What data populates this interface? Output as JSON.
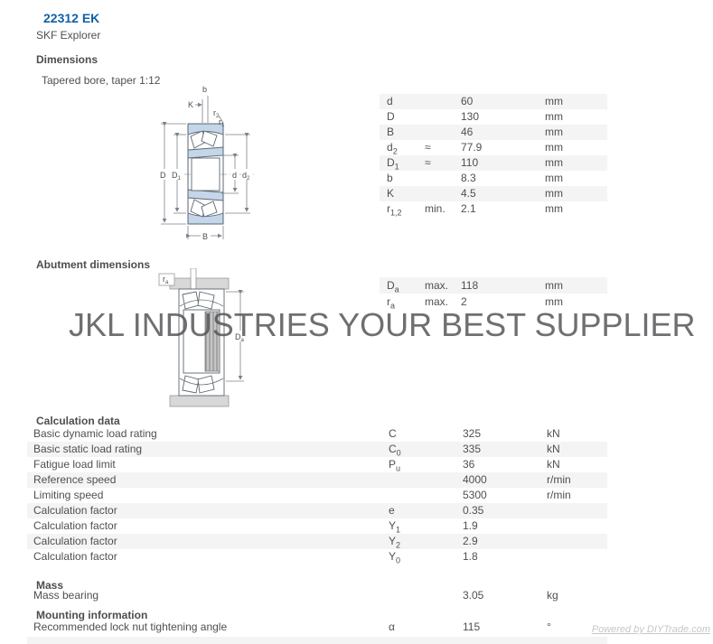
{
  "page": {
    "title": "22312 EK",
    "subtitle": "SKF Explorer",
    "watermark": "JKL INDUSTRIES YOUR BEST SUPPLIER",
    "footer_credit": "Powered by DIYTrade.com"
  },
  "colors": {
    "title_blue": "#1060a8",
    "row_stripe": "#f4f4f4",
    "body_text": "#4f4f52",
    "drawing_blue": "#c3d6ea",
    "housing_gray": "#d8d8d8",
    "watermark_gray": "#56565a",
    "footer_gray": "#c6c7c9"
  },
  "dimensions": {
    "heading": "Dimensions",
    "note": "Tapered bore, taper 1:12",
    "drawing_labels": {
      "b": "b",
      "K": "K",
      "r2_base": "r",
      "r2_sub": "2",
      "r1_base": "r",
      "r1_sub": "1",
      "D": "D",
      "D1_base": "D",
      "D1_sub": "1",
      "d": "d",
      "d2_base": "d",
      "d2_sub": "2",
      "B": "B"
    },
    "rows": [
      {
        "sym": "d",
        "sub": "",
        "mod": "",
        "value": "60",
        "unit": "mm"
      },
      {
        "sym": "D",
        "sub": "",
        "mod": "",
        "value": "130",
        "unit": "mm"
      },
      {
        "sym": "B",
        "sub": "",
        "mod": "",
        "value": "46",
        "unit": "mm"
      },
      {
        "sym": "d",
        "sub": "2",
        "mod": "≈",
        "value": "77.9",
        "unit": "mm"
      },
      {
        "sym": "D",
        "sub": "1",
        "mod": "≈",
        "value": "110",
        "unit": "mm"
      },
      {
        "sym": "b",
        "sub": "",
        "mod": "",
        "value": "8.3",
        "unit": "mm"
      },
      {
        "sym": "K",
        "sub": "",
        "mod": "",
        "value": "4.5",
        "unit": "mm"
      },
      {
        "sym": "r",
        "sub": "1,2",
        "mod": "min.",
        "value": "2.1",
        "unit": "mm"
      }
    ]
  },
  "abutment": {
    "heading": "Abutment dimensions",
    "drawing_labels": {
      "ra_base": "r",
      "ra_sub": "a",
      "Da_base": "D",
      "Da_sub": "a"
    },
    "rows": [
      {
        "sym": "D",
        "sub": "a",
        "mod": "max.",
        "value": "118",
        "unit": "mm"
      },
      {
        "sym": "r",
        "sub": "a",
        "mod": "max.",
        "value": "2",
        "unit": "mm"
      }
    ]
  },
  "calculation": {
    "heading": "Calculation data",
    "rows": [
      {
        "label": "Basic dynamic load rating",
        "sym": "C",
        "sub": "",
        "value": "325",
        "unit": "kN"
      },
      {
        "label": "Basic static load rating",
        "sym": "C",
        "sub": "0",
        "value": "335",
        "unit": "kN"
      },
      {
        "label": "Fatigue load limit",
        "sym": "P",
        "sub": "u",
        "value": "36",
        "unit": "kN"
      },
      {
        "label": "Reference speed",
        "sym": "",
        "sub": "",
        "value": "4000",
        "unit": "r/min"
      },
      {
        "label": "Limiting speed",
        "sym": "",
        "sub": "",
        "value": "5300",
        "unit": "r/min"
      },
      {
        "label": "Calculation factor",
        "sym": "e",
        "sub": "",
        "value": "0.35",
        "unit": ""
      },
      {
        "label": "Calculation factor",
        "sym": "Y",
        "sub": "1",
        "value": "1.9",
        "unit": ""
      },
      {
        "label": "Calculation factor",
        "sym": "Y",
        "sub": "2",
        "value": "2.9",
        "unit": ""
      },
      {
        "label": "Calculation factor",
        "sym": "Y",
        "sub": "0",
        "value": "1.8",
        "unit": ""
      }
    ]
  },
  "mass": {
    "heading": "Mass",
    "rows": [
      {
        "label": "Mass bearing",
        "sym": "",
        "sub": "",
        "value": "3.05",
        "unit": "kg"
      }
    ]
  },
  "mounting": {
    "heading": "Mounting information",
    "rows": [
      {
        "label": "Recommended lock nut tightening angle",
        "sym": "α",
        "sub": "",
        "value": "115",
        "unit": "°"
      }
    ]
  }
}
